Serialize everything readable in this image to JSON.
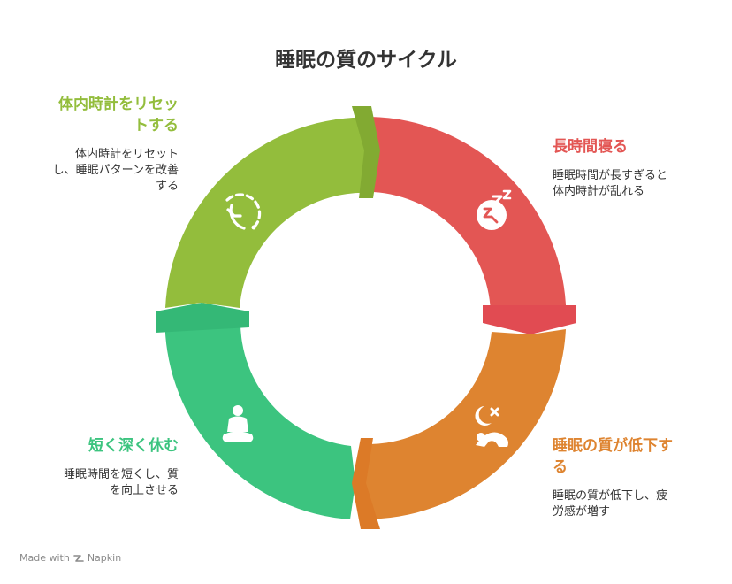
{
  "title": "睡眠の質のサイクル",
  "colors": {
    "green": "#93bd3c",
    "red": "#e35654",
    "orange": "#de8430",
    "teal": "#3cc47f",
    "text": "#333333"
  },
  "segments": [
    {
      "id": "long",
      "heading": "長時間寝る",
      "description_lines": [
        "睡眠時間が長すぎると",
        "体内時計が乱れる"
      ],
      "icon": "sleep-zzz-icon",
      "color": "#e35654"
    },
    {
      "id": "quality",
      "heading_lines": [
        "睡眠の質が低下す",
        "る"
      ],
      "description_lines": [
        "睡眠の質が低下し、疲",
        "労感が増す"
      ],
      "icon": "tired-person-icon",
      "color": "#de8430"
    },
    {
      "id": "short",
      "heading": "短く深く休む",
      "description_lines": [
        "睡眠時間を短くし、質",
        "を向上させる"
      ],
      "icon": "meditation-icon",
      "color": "#3cc47f"
    },
    {
      "id": "reset",
      "heading_lines": [
        "体内時計をリセッ",
        "トする"
      ],
      "description_lines": [
        "体内時計をリセット",
        "し、睡眠パターンを改善",
        "する"
      ],
      "icon": "clock-reset-icon",
      "color": "#93bd3c"
    }
  ],
  "footer": {
    "made_with": "Made with",
    "brand": "Napkin"
  }
}
